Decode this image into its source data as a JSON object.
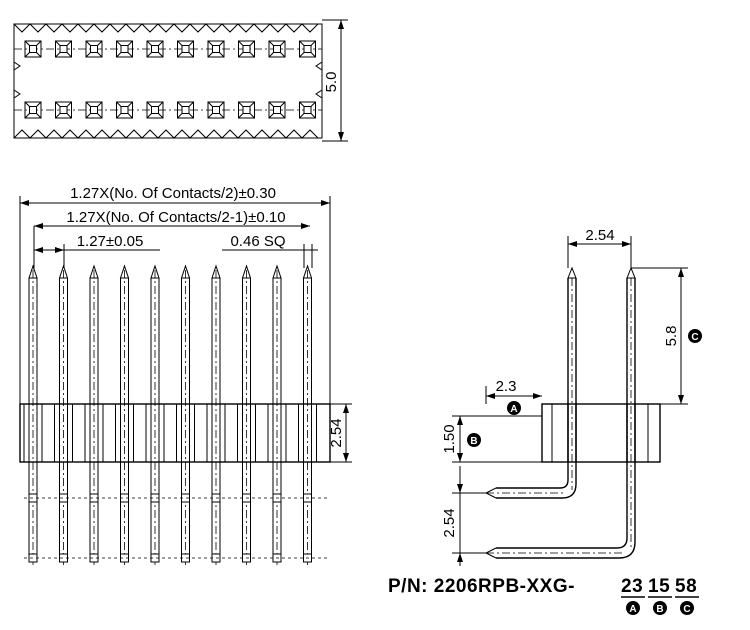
{
  "dimensions": {
    "top_width": "5.0",
    "overall_length": "1.27X(No. Of Contacts/2)±0.30",
    "row_span": "1.27X(No. Of Contacts/2-1)±0.10",
    "pitch": "1.27±0.05",
    "pin_size": "0.46 SQ",
    "body_height": "2.54",
    "side_pitch": "2.54",
    "side_height": "5.8",
    "side_offset": "2.3",
    "side_body": "1.50",
    "side_lower": "2.54"
  },
  "badges": {
    "a": "A",
    "b": "B",
    "c": "C"
  },
  "part_number": {
    "prefix": "P/N: 2206RPB-XXG-",
    "code_a": "23",
    "code_b": "15",
    "code_c": "58"
  },
  "pin_count_per_row": 10
}
